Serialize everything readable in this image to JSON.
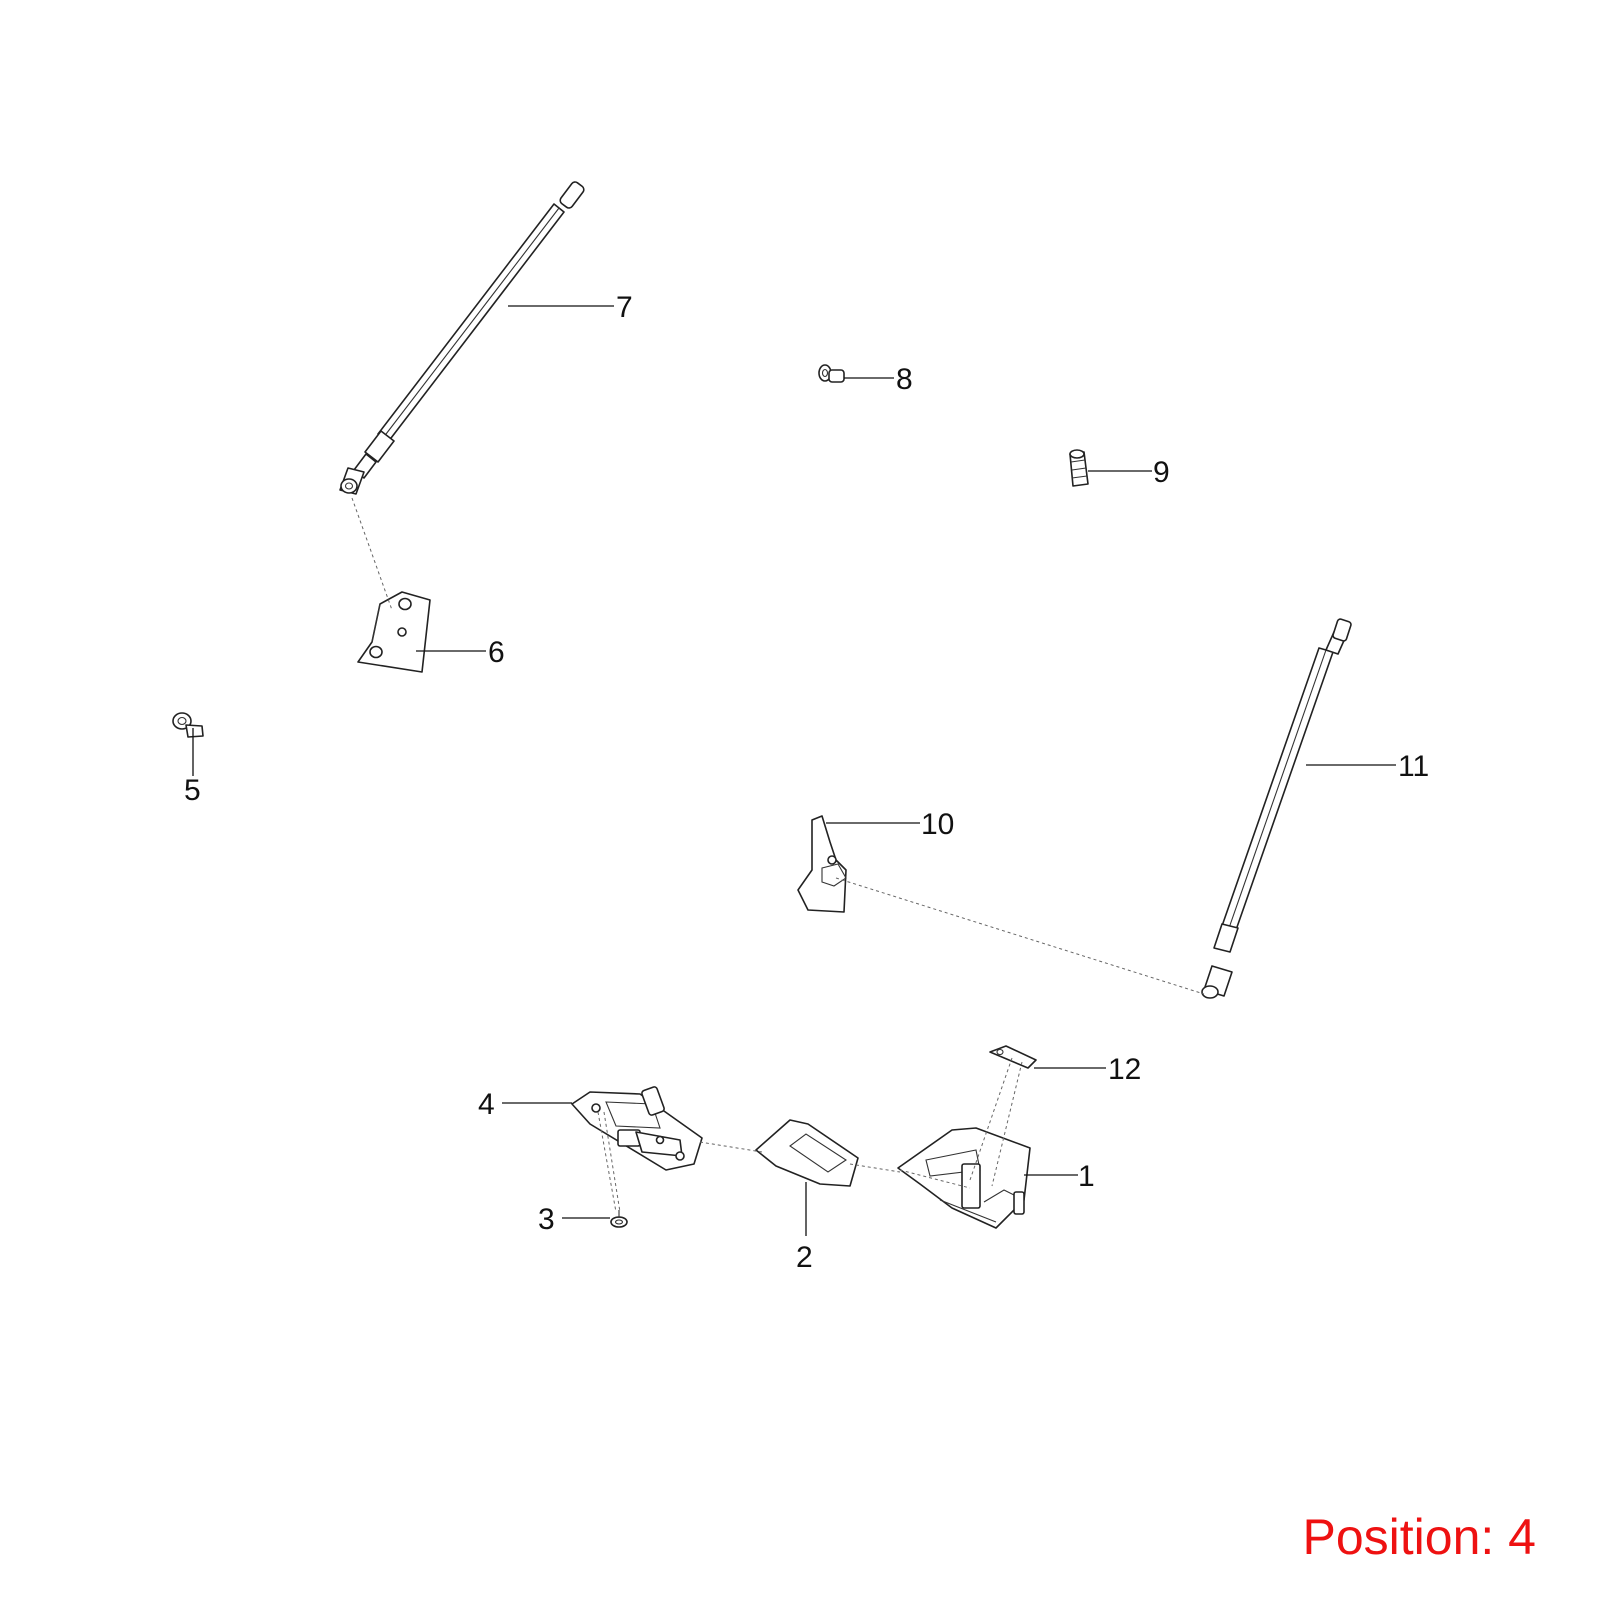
{
  "diagram": {
    "callouts": [
      {
        "id": "1",
        "label": "1"
      },
      {
        "id": "2",
        "label": "2"
      },
      {
        "id": "3",
        "label": "3"
      },
      {
        "id": "4",
        "label": "4"
      },
      {
        "id": "5",
        "label": "5"
      },
      {
        "id": "6",
        "label": "6"
      },
      {
        "id": "7",
        "label": "7"
      },
      {
        "id": "8",
        "label": "8"
      },
      {
        "id": "9",
        "label": "9"
      },
      {
        "id": "10",
        "label": "10"
      },
      {
        "id": "11",
        "label": "11"
      },
      {
        "id": "12",
        "label": "12"
      }
    ],
    "position_label": "Position: 4",
    "status_color": "#ee1111"
  }
}
